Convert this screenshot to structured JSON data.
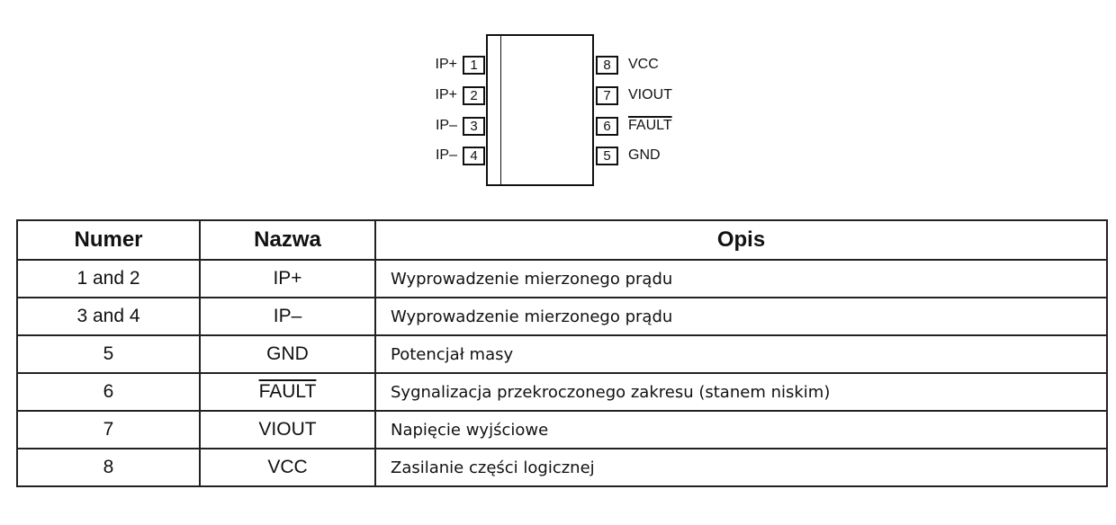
{
  "diagram": {
    "left_pins": [
      {
        "number": "1",
        "label": "IP+"
      },
      {
        "number": "2",
        "label": "IP+"
      },
      {
        "number": "3",
        "label": "IP–"
      },
      {
        "number": "4",
        "label": "IP–"
      }
    ],
    "right_pins": [
      {
        "number": "8",
        "label": "VCC"
      },
      {
        "number": "7",
        "label": "VIOUT"
      },
      {
        "number": "6",
        "label": "FAULT",
        "overline": true
      },
      {
        "number": "5",
        "label": "GND"
      }
    ]
  },
  "table": {
    "headers": [
      "Numer",
      "Nazwa",
      "Opis"
    ],
    "rows": [
      {
        "number": "1 and 2",
        "name": "IP+",
        "desc": "Wyprowadzenie mierzonego prądu"
      },
      {
        "number": "3 and 4",
        "name": "IP–",
        "desc": "Wyprowadzenie mierzonego prądu"
      },
      {
        "number": "5",
        "name": "GND",
        "desc": "Potencjał masy"
      },
      {
        "number": "6",
        "name": "FAULT",
        "name_overline": true,
        "desc": "Sygnalizacja przekroczonego zakresu (stanem niskim)"
      },
      {
        "number": "7",
        "name": "VIOUT",
        "desc": "Napięcie wyjściowe"
      },
      {
        "number": "8",
        "name": "VCC",
        "desc": "Zasilanie części logicznej"
      }
    ]
  }
}
